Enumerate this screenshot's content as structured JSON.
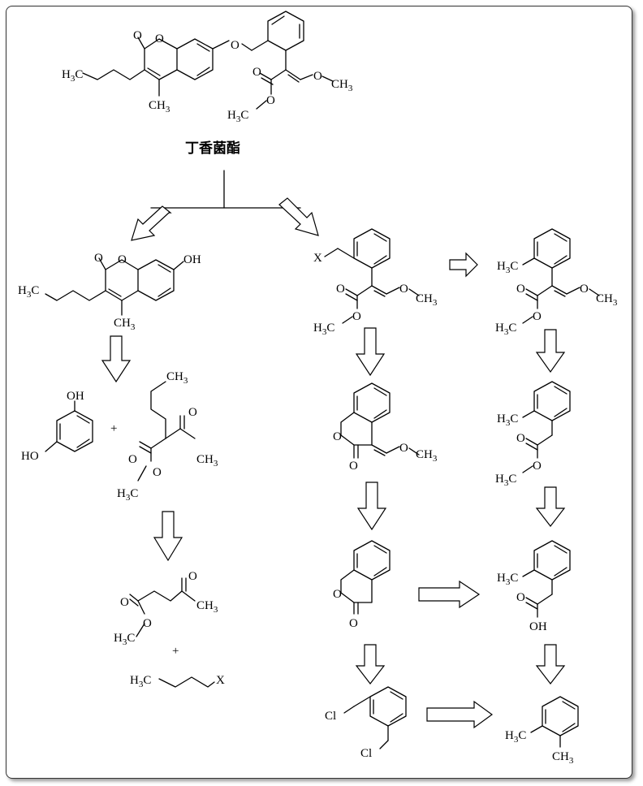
{
  "title": "丁香菌酯",
  "labels": {
    "h3c": "H3C",
    "ch3": "CH3",
    "o": "O",
    "oh": "OH",
    "ho": "HO",
    "x": "X",
    "cl": "Cl",
    "plus": "+"
  }
}
